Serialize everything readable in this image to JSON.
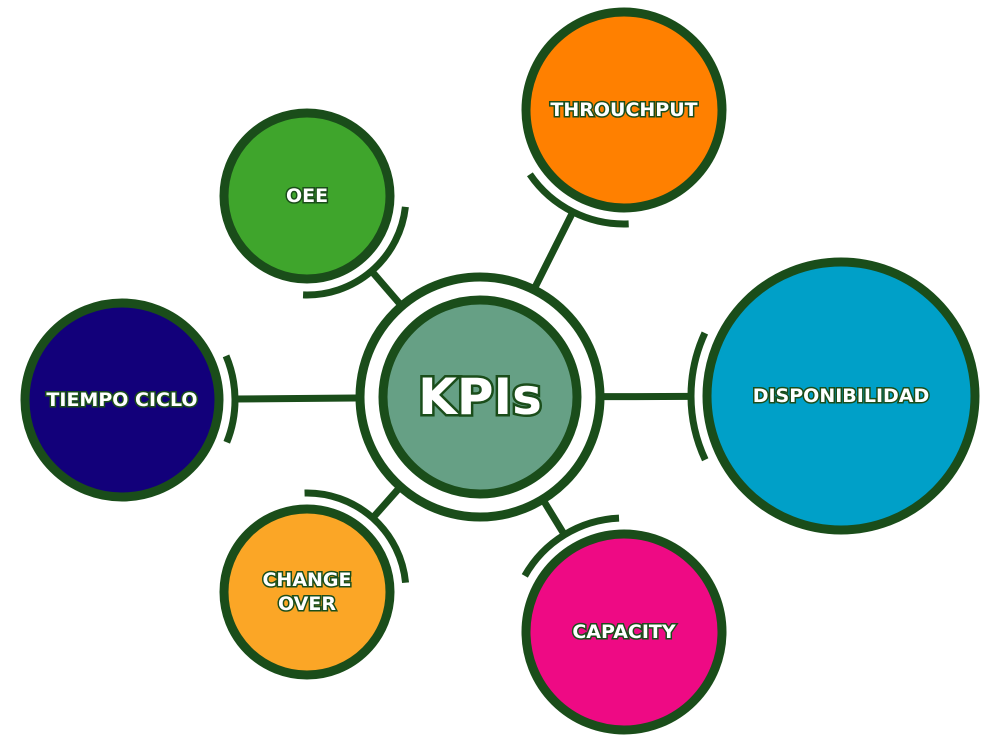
{
  "center": {
    "label": "KPIs",
    "fill": "#66a085"
  },
  "outline_color": "#1a4d1a",
  "nodes": [
    {
      "id": "oee",
      "lines": [
        "OEE"
      ],
      "fill": "#3fa52c"
    },
    {
      "id": "throuchput",
      "lines": [
        "THROUCHPUT"
      ],
      "fill": "#ff8000"
    },
    {
      "id": "disponibilidad",
      "lines": [
        "DISPONIBILIDAD"
      ],
      "fill": "#00a0c8"
    },
    {
      "id": "capacity",
      "lines": [
        "CAPACITY"
      ],
      "fill": "#ee0a84"
    },
    {
      "id": "change-over",
      "lines": [
        "CHANGE",
        "OVER"
      ],
      "fill": "#fba626"
    },
    {
      "id": "tiempo-ciclo",
      "lines": [
        "TIEMPO CICLO"
      ],
      "fill": "#12007a"
    }
  ]
}
